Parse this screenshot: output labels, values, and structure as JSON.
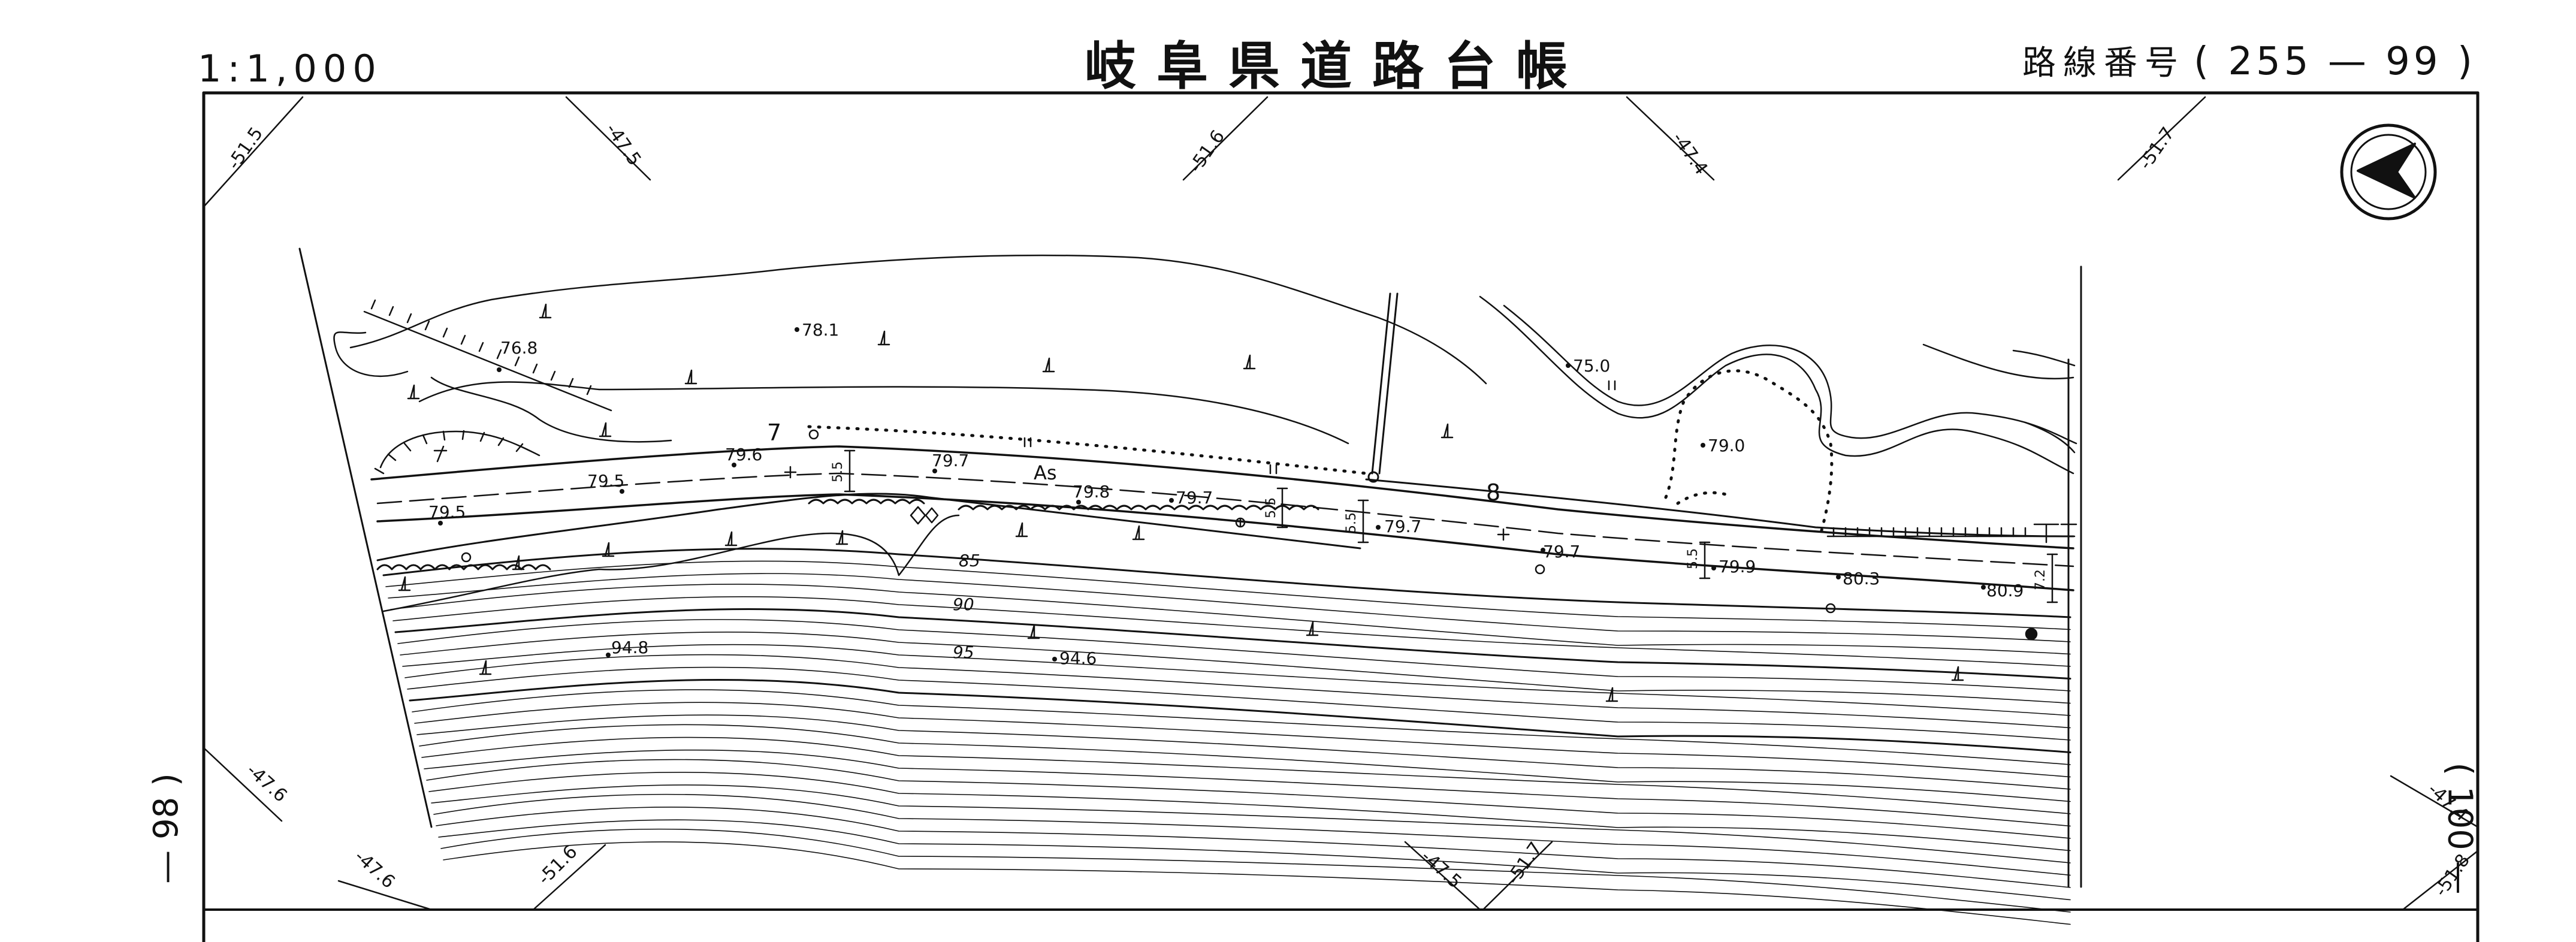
{
  "header": {
    "scale": "1:1,000",
    "title": "岐阜県道路台帳",
    "route_label": "路線番号",
    "route_number": "( 255 — 99 )"
  },
  "side_labels": {
    "left": "— 98 )",
    "right": "( 100 —"
  },
  "grid_labels": [
    "-51.5",
    "-47.5",
    "-51.6",
    "-47.4",
    "-51.7",
    "-47.6",
    "-47.6",
    "-51.6",
    "-47.5",
    "-51.7",
    "-47.4",
    "-51.8"
  ],
  "section_numbers": [
    "7",
    "8"
  ],
  "surface_label": "As",
  "elevations": [
    "76.8",
    "78.1",
    "75.0",
    "79.0",
    "79.6",
    "79.7",
    "79.5",
    "79.5",
    "79.8",
    "79.7",
    "79.7",
    "79.7",
    "79.9",
    "80.3",
    "80.9",
    "94.8",
    "94.6"
  ],
  "contours": [
    "85",
    "90",
    "95"
  ],
  "widths": [
    "5.5",
    "5.5",
    "5.5",
    "5.5",
    "7.2"
  ],
  "colors": {
    "line": "#111111",
    "paper": "#ffffff"
  },
  "icons": [
    "north-arrow-icon",
    "bench-mark-icon",
    "utility-pole-icon",
    "grass-symbol-icon"
  ]
}
